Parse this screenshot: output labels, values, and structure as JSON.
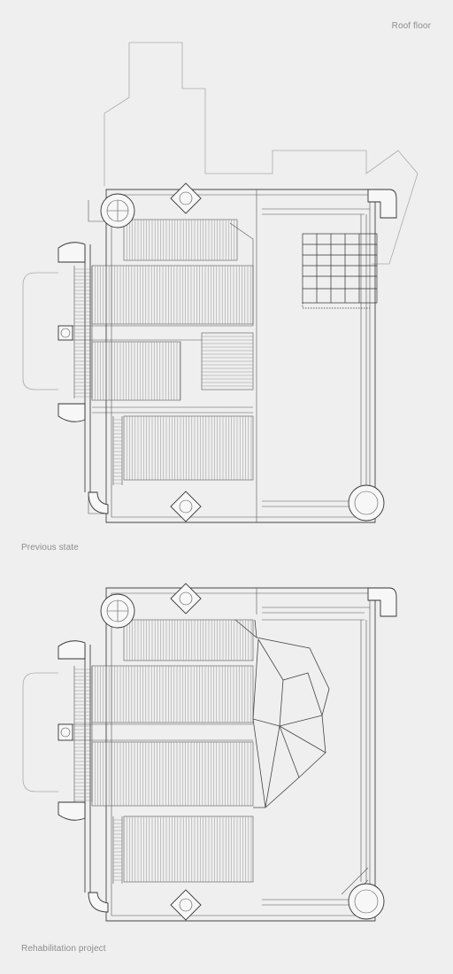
{
  "labels": {
    "roof_floor": "Roof floor",
    "previous_state": "Previous state",
    "rehabilitation_project": "Rehabilitation project"
  },
  "colors": {
    "background": "#efefef",
    "lines": "#444444",
    "faint_lines": "#aaaaaa",
    "label_text": "#8c8c8c"
  }
}
